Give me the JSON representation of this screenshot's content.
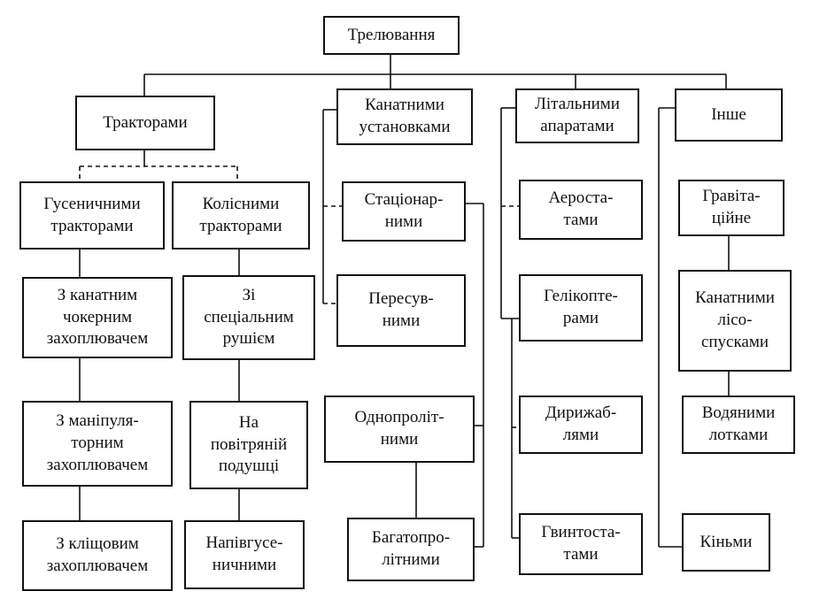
{
  "root": "Трелювання",
  "categories": {
    "tractors": "Тракторами",
    "cable": "Канатними\nустановками",
    "aircraft": "Літальними\nапаратами",
    "other": "Інше"
  },
  "tractors": {
    "tracked": "Гусеничними\nтракторами",
    "wheeled": "Колісними\nтракторами",
    "tracked_children": [
      "З канатним\nчокерним\nзахоплювачем",
      "З маніпуля-\nторним\nзахоплювачем",
      "З кліщовим\nзахоплювачем"
    ],
    "wheeled_children": [
      "Зі\nспеціальним\nрушієм",
      "На\nповітряній\nподушці",
      "Напівгусе-\nничними"
    ]
  },
  "cable": {
    "items": [
      "Стаціонар-\nними",
      "Пересув-\nними"
    ],
    "spans": [
      "Однопроліт-\nними",
      "Багатопро-\nлітними"
    ]
  },
  "aircraft": {
    "items": [
      "Аероста-\nтами",
      "Гелікопте-\nрами",
      "Дирижаб-\nлями",
      "Гвинтоста-\nтами"
    ]
  },
  "other": {
    "items": [
      "Гравіта-\nційне",
      "Канатними\nлісо-\nспусками",
      "Водяними\nлотками",
      "Кіньми"
    ]
  }
}
